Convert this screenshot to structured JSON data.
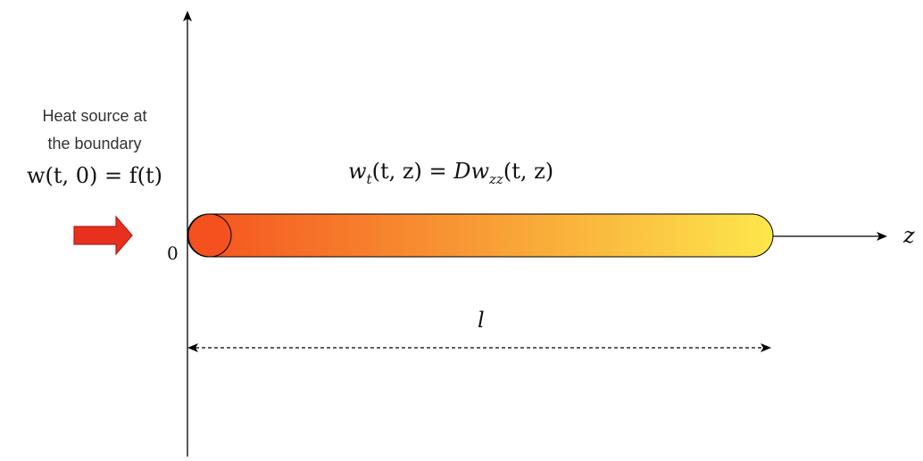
{
  "source_label": {
    "line1": "Heat source at",
    "line2": "the boundary",
    "boundary_condition": "w(t, 0) = f(t)"
  },
  "equation": {
    "lhs_w": "w",
    "lhs_sub": "t",
    "lhs_args": "(t, z) = ",
    "rhs_D": "D",
    "rhs_w": "w",
    "rhs_sub": "zz",
    "rhs_args": "(t, z)"
  },
  "origin_label": "0",
  "axis_label": "z",
  "length_label": "l",
  "colors": {
    "rod_start": "#f4511e",
    "rod_end": "#fde74c",
    "arrow_fill": "#e8301f",
    "arrow_stroke": "#b71c1c",
    "axis": "#000000"
  }
}
